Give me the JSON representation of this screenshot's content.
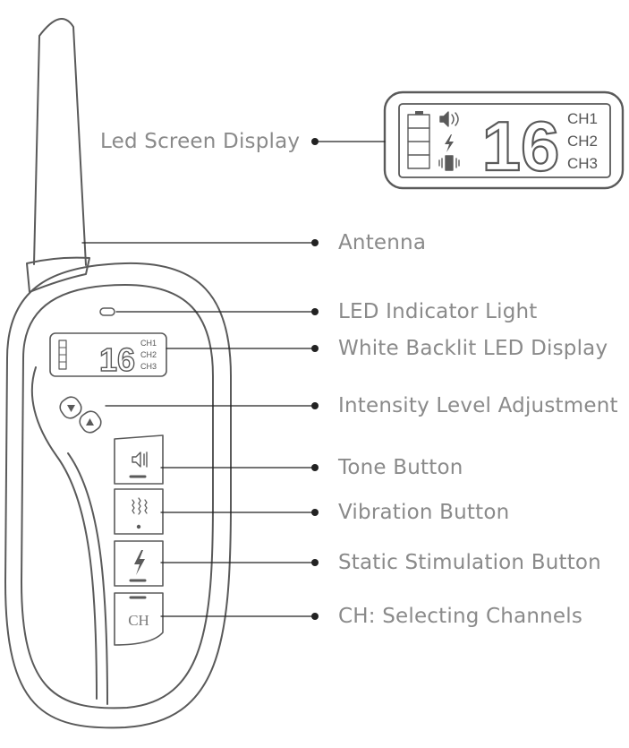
{
  "colors": {
    "outline": "#5a5a5a",
    "label_text": "#8a8a8a",
    "leader_line": "#222222"
  },
  "lcd": {
    "number": "16",
    "channels": [
      "CH1",
      "CH2",
      "CH3"
    ]
  },
  "buttons": {
    "ch_label": "CH"
  },
  "callouts": [
    {
      "id": "led-screen-display",
      "text": "Led Screen Display"
    },
    {
      "id": "antenna",
      "text": "Antenna"
    },
    {
      "id": "led-indicator-light",
      "text": "LED Indicator Light"
    },
    {
      "id": "white-backlit-led-display",
      "text": "White Backlit LED Display"
    },
    {
      "id": "intensity-level-adjustment",
      "text": "Intensity Level Adjustment"
    },
    {
      "id": "tone-button",
      "text": "Tone Button"
    },
    {
      "id": "vibration-button",
      "text": "Vibration Button"
    },
    {
      "id": "static-stimulation-button",
      "text": "Static Stimulation Button"
    },
    {
      "id": "ch-selecting-channels",
      "text": "CH: Selecting Channels"
    }
  ]
}
